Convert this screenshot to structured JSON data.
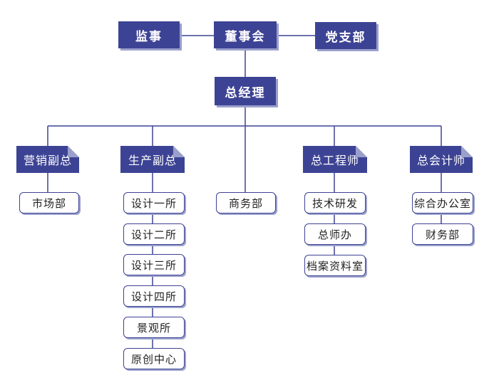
{
  "top": {
    "supervision": "监事",
    "board": "董事会",
    "party": "党支部",
    "gm": "总经理"
  },
  "vps": {
    "marketing": "营销副总",
    "production": "生产副总",
    "engineer": "总工程师",
    "accountant": "总会计师"
  },
  "departments": {
    "market": "市场部",
    "design1": "设计一所",
    "design2": "设计二所",
    "design3": "设计三所",
    "design4": "设计四所",
    "landscape": "景观所",
    "original": "原创中心",
    "business": "商务部",
    "tech_rd": "技术研发",
    "chief_engineer_office": "总师办",
    "archives": "档案资料室",
    "general_office": "综合办公室",
    "finance": "财务部"
  },
  "colors": {
    "primary": "#3d4394",
    "shadow": "#9aa0cc",
    "line": "#3d4394"
  }
}
